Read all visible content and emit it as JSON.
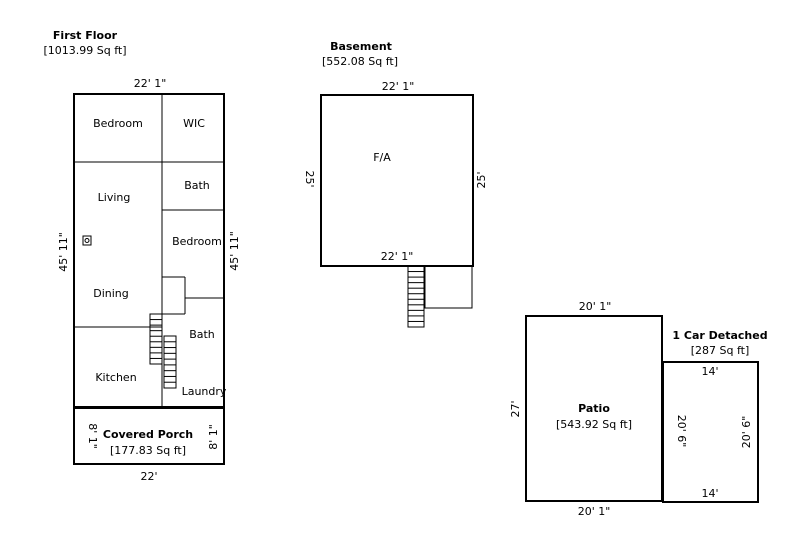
{
  "first_floor": {
    "title": "First Floor",
    "area": "[1013.99 Sq ft]",
    "dim_top": "22' 1\"",
    "dim_left": "45' 11\"",
    "dim_right": "45' 11\"",
    "rooms": {
      "bedroom1": "Bedroom",
      "wic": "WIC",
      "bath1": "Bath",
      "living": "Living",
      "bedroom2": "Bedroom",
      "dining": "Dining",
      "bath2": "Bath",
      "kitchen": "Kitchen",
      "laundry": "Laundry"
    }
  },
  "porch": {
    "title": "Covered Porch",
    "area": "[177.83 Sq ft]",
    "dim_left": "8' 1\"",
    "dim_right": "8' 1\"",
    "dim_bottom": "22'"
  },
  "basement": {
    "title": "Basement",
    "area": "[552.08 Sq ft]",
    "dim_top": "22' 1\"",
    "dim_inner_bottom": "22' 1\"",
    "dim_left": "25'",
    "dim_right": "25'",
    "room": "F/A"
  },
  "patio": {
    "title": "Patio",
    "area": "[543.92 Sq ft]",
    "dim_top": "20' 1\"",
    "dim_bottom": "20' 1\"",
    "dim_left": "27'"
  },
  "garage": {
    "title": "1 Car Detached",
    "area": "[287 Sq ft]",
    "dim_top": "14'",
    "dim_bottom": "14'",
    "dim_left": "20' 6\"",
    "dim_right": "20' 6\""
  }
}
